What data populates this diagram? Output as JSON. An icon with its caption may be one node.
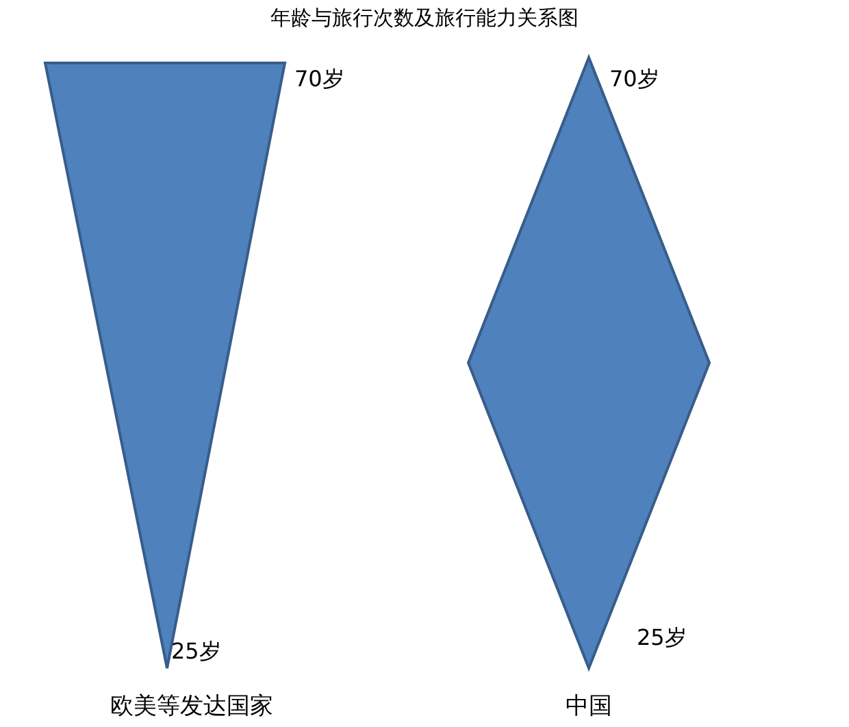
{
  "diagram": {
    "title": "年龄与旅行次数及旅行能力关系图",
    "nodes": [
      {
        "text": [
          "欧美等发达国家"
        ],
        "beside": [
          "70岁",
          "25岁"
        ]
      },
      {
        "text": [
          "中国"
        ],
        "beside": [
          "70岁",
          "25岁"
        ]
      }
    ]
  }
}
